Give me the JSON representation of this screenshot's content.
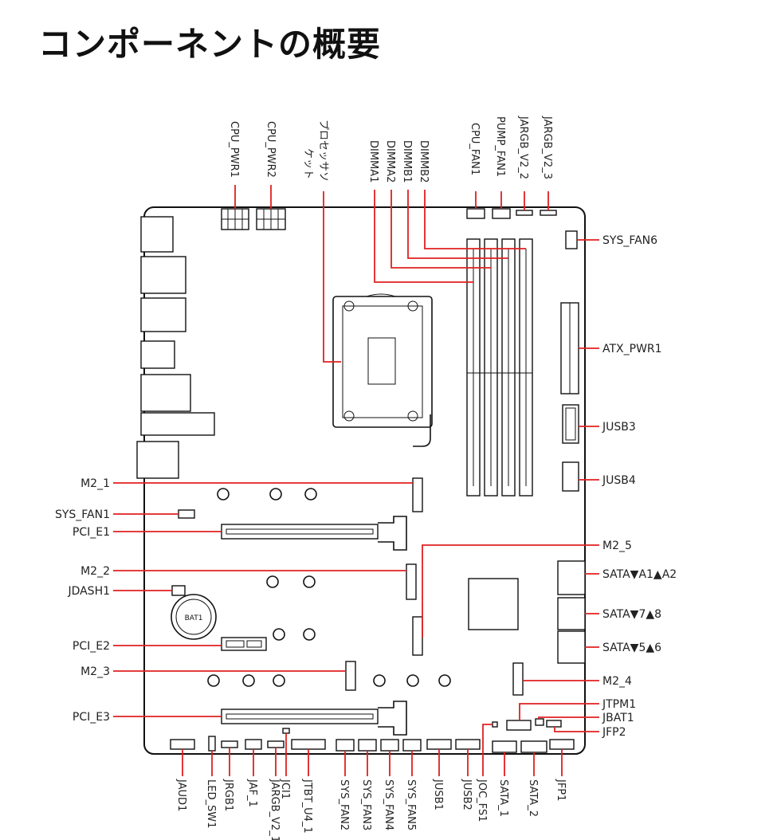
{
  "title": "コンポーネントの概要",
  "top_labels": {
    "cpu_pwr1": "CPU_PWR1",
    "cpu_pwr2": "CPU_PWR2",
    "socket_line1": "プロセッサソ",
    "socket_line2": "ケット",
    "dimma1": "DIMMA1",
    "dimma2": "DIMMA2",
    "dimmb1": "DIMMB1",
    "dimmb2": "DIMMB2",
    "cpu_fan1": "CPU_FAN1",
    "pump_fan1": "PUMP_FAN1",
    "jargb_v2_2": "JARGB_V2_2",
    "jargb_v2_3": "JARGB_V2_3"
  },
  "left_labels": {
    "m2_1": "M2_1",
    "sys_fan1": "SYS_FAN1",
    "pci_e1": "PCI_E1",
    "m2_2": "M2_2",
    "jdash1": "JDASH1",
    "pci_e2": "PCI_E2",
    "m2_3": "M2_3",
    "pci_e3": "PCI_E3"
  },
  "right_labels": {
    "sys_fan6": "SYS_FAN6",
    "atx_pwr1": "ATX_PWR1",
    "jusb3": "JUSB3",
    "jusb4": "JUSB4",
    "m2_5": "M2_5",
    "sata_a1a2": "SATA▼A1▲A2",
    "sata_78": "SATA▼7▲8",
    "sata_56": "SATA▼5▲6",
    "m2_4": "M2_4",
    "jtpm1": "JTPM1",
    "jbat1": "JBAT1",
    "jfp2": "JFP2"
  },
  "bottom_labels": {
    "jaud1": "JAUD1",
    "led_sw1": "LED_SW1",
    "jrgb1": "JRGB1",
    "jaf_1": "JAF_1",
    "jargb_v2_1": "JARGB_V2_1",
    "jci1": "JCI1",
    "jtbt_u4_1": "JTBT_U4_1",
    "sys_fan2": "SYS_FAN2",
    "sys_fan3": "SYS_FAN3",
    "sys_fan4": "SYS_FAN4",
    "sys_fan5": "SYS_FAN5",
    "jusb1": "JUSB1",
    "jusb2": "JUSB2",
    "joc_fs1": "JOC_FS1",
    "sata_1": "SATA_1",
    "sata_2": "SATA_2",
    "jfp1": "JFP1"
  },
  "board_text": {
    "battery": "BAT1"
  },
  "colors": {
    "leader_line": "#e02020",
    "outline": "#111111"
  }
}
